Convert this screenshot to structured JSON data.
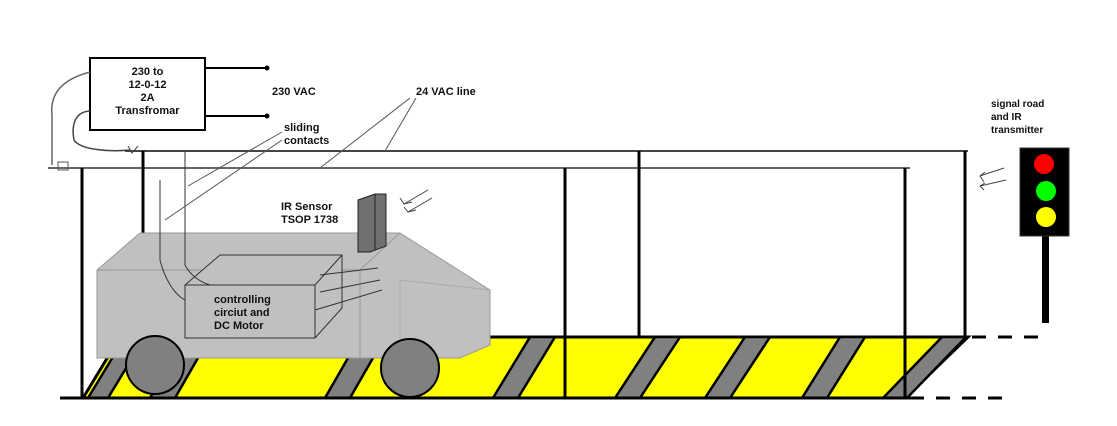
{
  "transformer": {
    "lines": [
      "230 to",
      "12-0-12",
      "2A",
      "Transfromar"
    ]
  },
  "labels": {
    "mains": "230 VAC",
    "line": "24 VAC line",
    "contacts": [
      "sliding",
      "contacts"
    ],
    "sensor": [
      "IR Sensor",
      "TSOP 1738"
    ],
    "controller": [
      "controlling",
      "circiut and",
      "DC Motor"
    ],
    "signal": [
      "signal road",
      "and IR",
      "transmitter"
    ]
  },
  "colors": {
    "track": "#ffff00",
    "stripe": "#808080",
    "car": "#c0c0c0",
    "red": "#ff0000",
    "green": "#00ff00",
    "yellow": "#ffff00",
    "light_box": "#000000"
  }
}
